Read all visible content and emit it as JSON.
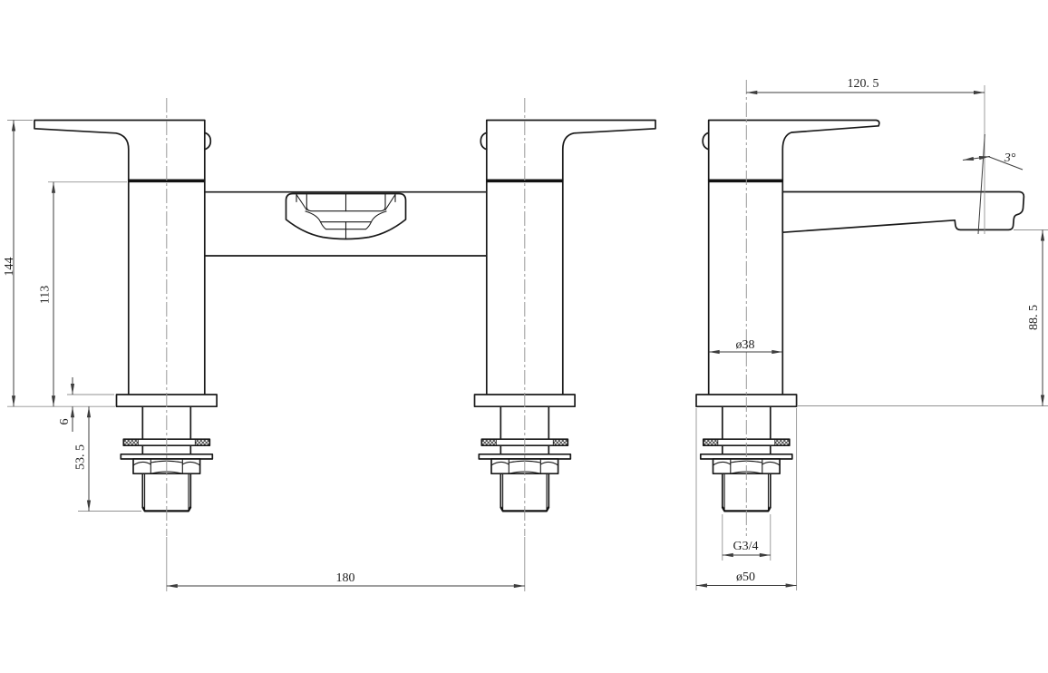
{
  "drawing": {
    "background": "#ffffff",
    "line_colors": {
      "object": "#1a1a1a",
      "dimension": "#3d3d3d",
      "reference": "#929292"
    },
    "front_view": {
      "overall_height": "144",
      "body_height": "113",
      "base_plate_thickness": "6",
      "below_deck_length": "53. 5",
      "tap_centres": "180"
    },
    "side_view": {
      "spout_reach": "120. 5",
      "spout_angle": "3°",
      "outlet_height": "88. 5",
      "body_diameter": "ø38",
      "inlet_thread": "G3/4",
      "base_diameter": "ø50"
    }
  }
}
